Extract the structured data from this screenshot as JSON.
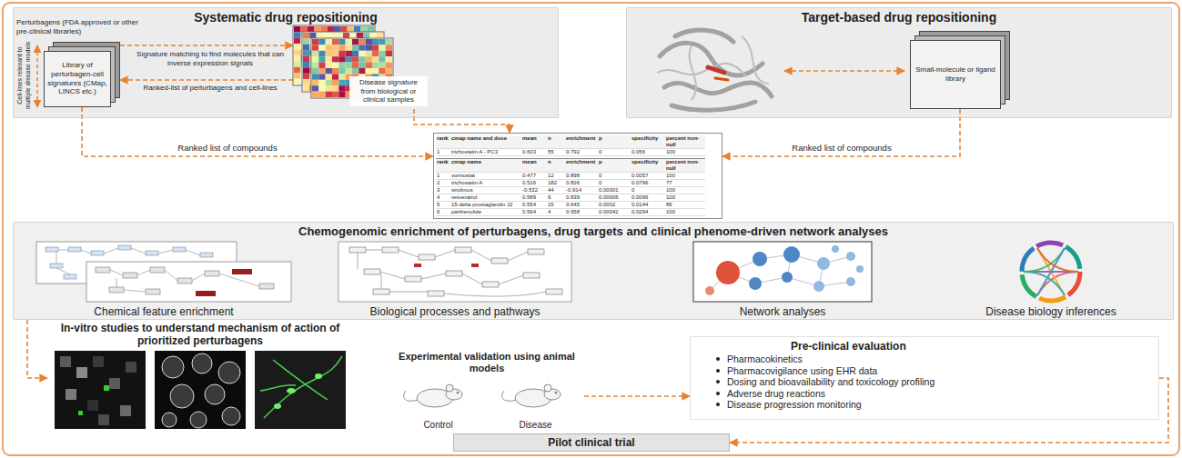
{
  "diagram": {
    "nodes": [
      {
        "text": [
          "Systematic drug repositioning"
        ]
      },
      {
        "text": [
          "Library of perturbagen-cell signatures (CMap, LINCS etc.)"
        ],
        "in": 0
      },
      {
        "text": [
          "Disease signature from biological or clinical samples"
        ],
        "in": 0
      },
      {
        "text": [
          "Target-based drug repositioning"
        ]
      },
      {
        "text": [
          "Small-molecule or ligand library"
        ],
        "in": 3
      },
      {
        "text": [
          "rank",
          "cmap name and dose",
          "mean",
          "n",
          "enrichment",
          "p",
          "specificity",
          "percent non-null",
          "1",
          "trichostatin A - PC3",
          "0.603",
          "55",
          "0.792",
          "0",
          "0.056",
          "100",
          "rank",
          "cmap name",
          "mean",
          "n",
          "enrichment",
          "p",
          "specificity",
          "percent non-null",
          "1",
          "vorinostat",
          "0.477",
          "12",
          "0.898",
          "0",
          "0.0057",
          "100",
          "2",
          "trichostatin A",
          "0.516",
          "182",
          "0.826",
          "0",
          "0.0796",
          "77",
          "3",
          "sirolimus",
          "-0.532",
          "44",
          "-0.914",
          "0.00001",
          "0",
          "100",
          "4",
          "resveratrol",
          "0.589",
          "9",
          "0.839",
          "0.00006",
          "0.0096",
          "100",
          "5",
          "15-delta prostaglandin J2",
          "0.554",
          "15",
          "0.645",
          "0.0002",
          "0.0144",
          "86",
          "6",
          "parthenolide",
          "0.564",
          "4",
          "0.958",
          "0.00042",
          "0.0294",
          "100"
        ]
      },
      {
        "text": [
          "Chemogenomic enrichment of perturbagens, drug targets and clinical phenome-driven network analyses"
        ]
      },
      {
        "text": [
          "In-vitro studies to understand mechanism of action of prioritized perturbagens"
        ]
      },
      {
        "text": [
          "Experimental validation using animal models",
          "Control",
          "Disease"
        ]
      },
      {
        "text": [
          "Pre-clinical evaluation",
          "Pharmacokinetics",
          "Pharmacovigilance using EHR data",
          "Dosing and bioavailability and toxicology profiling",
          "Adverse drug reactions",
          "Disease progression monitoring"
        ]
      },
      {
        "text": [
          "Pilot clinical trial"
        ]
      }
    ],
    "edges": [
      {
        "from": 1,
        "to": 2,
        "arrow": "to",
        "label": "Signature matching to find molecules that can inverse expression signals"
      },
      {
        "from": 2,
        "to": 1,
        "arrow": "to",
        "label": "Ranked-list of perturbagens and cell-lines"
      },
      {
        "from": 2,
        "to": 5,
        "arrow": "to"
      },
      {
        "from": 1,
        "to": 5,
        "arrow": "to",
        "label": "Ranked list of compounds"
      },
      {
        "from": 4,
        "to": 5,
        "arrow": "to",
        "label": "Ranked list of compounds"
      },
      {
        "from": 6,
        "to": 7,
        "arrow": "to"
      },
      {
        "from": 8,
        "to": 9,
        "arrow": "to"
      },
      {
        "from": 9,
        "to": 10,
        "arrow": "to"
      }
    ],
    "labels": [
      "Perturbagens (FDA approved or other pre-clinical libraries)",
      "Cell-lines relevant to multiple disease models",
      "Chemical feature enrichment",
      "Biological processes and pathways",
      "Network analyses",
      "Disease biology inferences"
    ]
  }
}
